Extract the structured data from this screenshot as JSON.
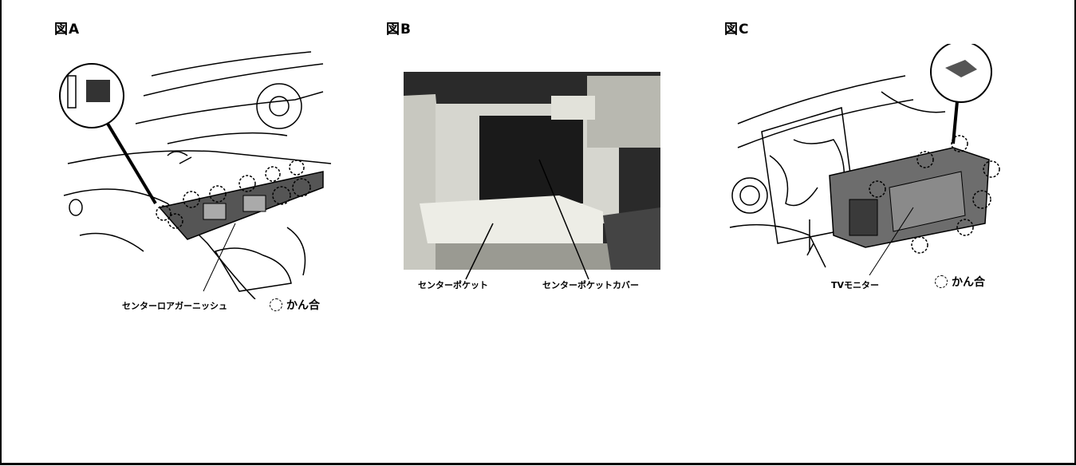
{
  "figure_a": {
    "title": "図A",
    "part_label": "センターロアガーニッシュ",
    "legend_label": "かん合"
  },
  "figure_b": {
    "title": "図B",
    "label_left": "センターポケット",
    "label_right": "センターポケットカバー"
  },
  "figure_c": {
    "title": "図C",
    "part_label": "TVモニター",
    "legend_label": "かん合"
  }
}
